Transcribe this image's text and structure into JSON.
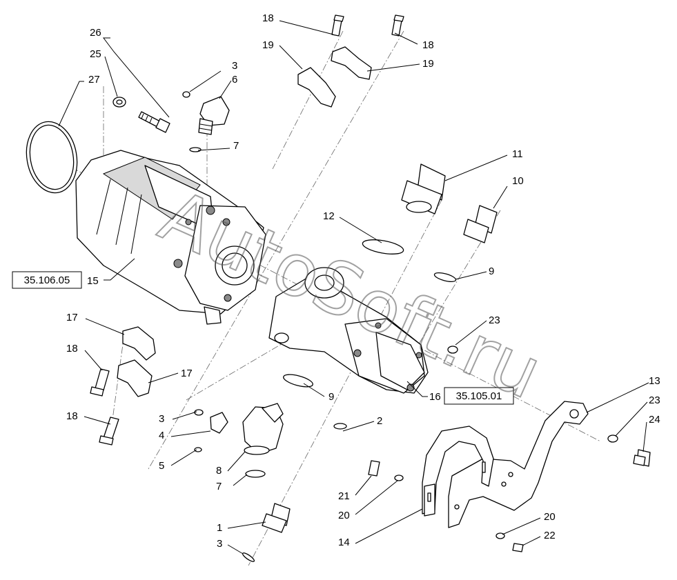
{
  "callouts": {
    "c1": "1",
    "c2": "2",
    "c3a": "3",
    "c3b": "3",
    "c3c": "3",
    "c4": "4",
    "c5": "5",
    "c6": "6",
    "c7a": "7",
    "c7b": "7",
    "c8": "8",
    "c9a": "9",
    "c9b": "9",
    "c10": "10",
    "c11": "11",
    "c12": "12",
    "c13": "13",
    "c14": "14",
    "c15": "15",
    "c16": "16",
    "c17a": "17",
    "c17b": "17",
    "c18a": "18",
    "c18b": "18",
    "c18c": "18",
    "c18d": "18",
    "c19a": "19",
    "c19b": "19",
    "c20a": "20",
    "c20b": "20",
    "c21": "21",
    "c22": "22",
    "c23a": "23",
    "c23b": "23",
    "c24": "24",
    "c25": "25",
    "c26": "26",
    "c27": "27"
  },
  "references": {
    "pump_ref": "35.106.05",
    "motor_ref": "35.105.01"
  },
  "watermark": "AutoSoft.ru"
}
